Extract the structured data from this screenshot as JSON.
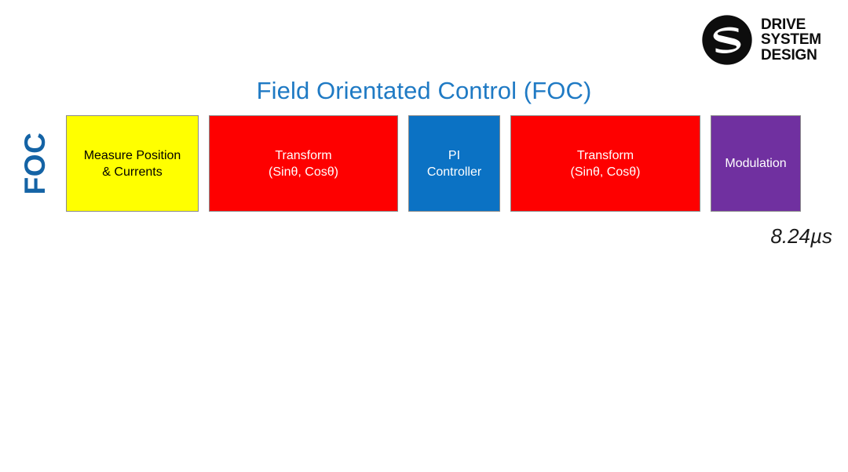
{
  "brand": {
    "logo_icon": "drive-system-design-swirl-icon",
    "line1": "DRIVE",
    "line2": "SYSTEM",
    "line3": "DESIGN",
    "mark_color": "#0d0d0d"
  },
  "header": {
    "title": "Field Orientated Control (FOC)",
    "title_color": "#1f7ac4"
  },
  "diagram": {
    "group_label": "FOC",
    "group_label_color": "#1463a5",
    "stages": [
      {
        "id": "measure",
        "line1": "Measure Position",
        "line2": "& Currents",
        "fill": "#ffff00",
        "text_color": "#000000"
      },
      {
        "id": "transform-1",
        "line1": "Transform",
        "line2": "(Sinθ, Cosθ)",
        "fill": "#fe0000",
        "text_color": "#ffffff"
      },
      {
        "id": "pi-controller",
        "line1": "PI",
        "line2": "Controller",
        "fill": "#0b72c4",
        "text_color": "#ffffff"
      },
      {
        "id": "transform-2",
        "line1": "Transform",
        "line2": "(Sinθ, Cosθ)",
        "fill": "#fe0000",
        "text_color": "#ffffff"
      },
      {
        "id": "modulation",
        "line1": "Modulation",
        "line2": "",
        "fill": "#7030a0",
        "text_color": "#ffffff"
      }
    ]
  },
  "footer": {
    "timing": "8.24µs"
  }
}
